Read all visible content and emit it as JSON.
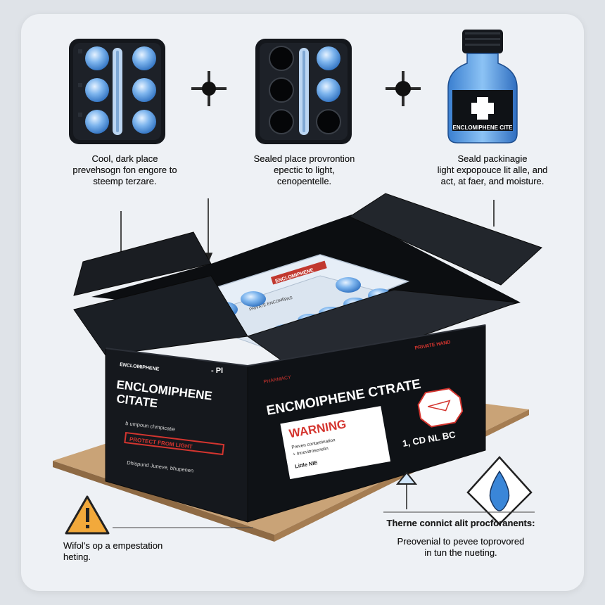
{
  "captions": {
    "left": "Cool, dark place\nprevehsogn fon engore to\nsteemp terzare.",
    "middle": "Sealed place provrontion\nepectic to light,\ncenopentelle.",
    "right": "Seald packinagie\nlight expopouce lit alle, and\nact, at faer, and moisture.",
    "bottom_left": "Wifol's op a empestation\nheting.",
    "bottom_right_title": "Therne connict alit procforanents:",
    "bottom_right": "Preovenial to pevee toprovored\nin tun the nueting."
  },
  "bottle_label": "ENCLOMIPHENE CITE",
  "box": {
    "left_name_line1": "ENCLOMIPHENE",
    "left_name_line2": "CITATE",
    "left_small_header": "ENCLOMIPHENE",
    "left_tag": "- PI",
    "left_sub": "b umpoun chmpicatie",
    "left_red_label": "PROTECT FROM LIGHT",
    "left_footer": "Dhispund Juneve, bhupenen",
    "right_small_header": "PRIVATE HAND",
    "right_red_small": "PHARMACY",
    "right_name": "ENCMOIPHENE CTRATE",
    "warning_title": "WARNING",
    "warning_line1": "Preven contamination",
    "warning_line2": "+ Innovitrosenelin",
    "warning_line3": "Little NIE",
    "dose": "1, CD  NL BC"
  },
  "blister_label": "ENCLOMIPHENE",
  "blister_sub": "PRIVATE ENCOME",
  "blister_tiny": "PAS",
  "colors": {
    "pill_blue": "#5b9be0",
    "box_black": "#121418",
    "accent_red": "#d4352f",
    "warning_yellow": "#f2a93b",
    "drop_blue": "#3a86d8"
  }
}
